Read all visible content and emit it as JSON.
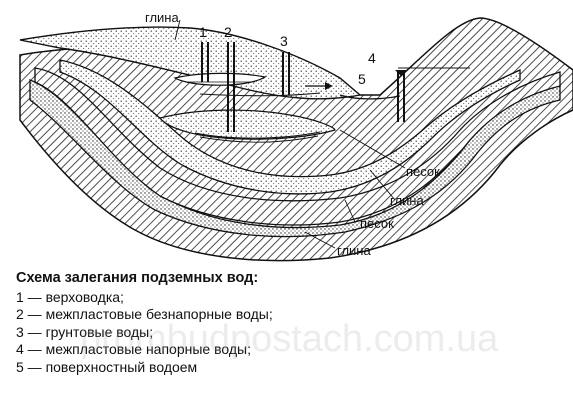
{
  "diagram": {
    "labels": {
      "clay_top": "глина",
      "sand_1": "песок",
      "clay_1": "глина",
      "sand_2": "песок",
      "clay_2": "глина"
    },
    "markers": [
      "1",
      "2",
      "3",
      "4",
      "5"
    ]
  },
  "legend": {
    "title": "Схема залегания подземных вод:",
    "items": [
      "1 — верховодка;",
      "2 — межпластовые безнапорные воды;",
      "3 — грунтовые воды;",
      "4 — межпластовые напорные воды;",
      "5 — поверхностный водоем"
    ]
  },
  "watermark": "prombudpostach.com.ua",
  "colors": {
    "ink": "#111111",
    "background": "#ffffff"
  }
}
